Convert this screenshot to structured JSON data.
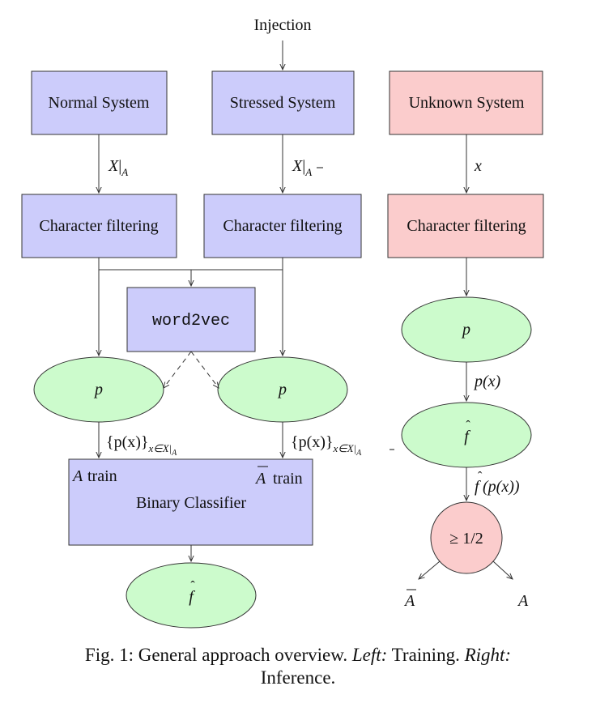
{
  "injection_label": "Injection",
  "boxes": {
    "normal_system": "Normal System",
    "stressed_system": "Stressed System",
    "unknown_system": "Unknown System",
    "char_filter": "Character filtering",
    "word2vec": "word2vec",
    "binary_classifier": "Binary Classifier",
    "a_train": "train",
    "abar_train": "train"
  },
  "math": {
    "p": "p",
    "f_hat": "f",
    "x": "x",
    "X": "X",
    "A": "A",
    "p_of_x": "p(x)",
    "f_of_p_of_x": "(p(x))",
    "threshold": "≥ 1/2",
    "set_open": "{p(x)}",
    "subscript_A": "x∈X|",
    "subscript_Abar": "x∈X|"
  },
  "caption": {
    "line1_pre": "Fig. 1: General approach overview. ",
    "left_word": "Left:",
    "mid": " Training. ",
    "right_word": "Right:",
    "line2": "Inference."
  },
  "colors": {
    "blue_box": "#ccccfb",
    "red_box": "#fbcccc",
    "green_ellipse": "#ccfbcc",
    "red_circle": "#fbcccc",
    "stroke": "#333333"
  }
}
